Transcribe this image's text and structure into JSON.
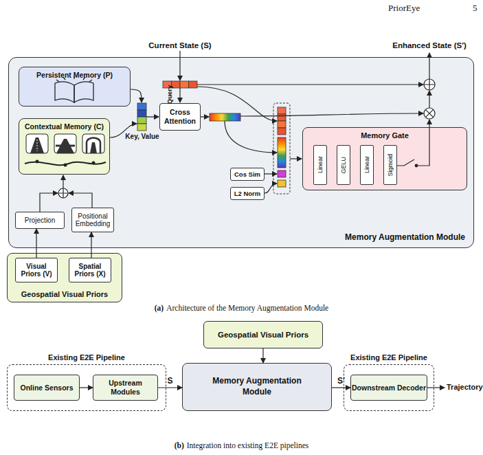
{
  "diagram": {
    "nodes": [
      {
        "text": [
          "Memory Augmentation Module"
        ]
      },
      {
        "text": [
          "Persistent Memory (P)"
        ],
        "in": 0
      },
      {
        "text": [
          "Contextual Memory (C)"
        ],
        "in": 0
      },
      {
        "text": [
          "Cross Attention"
        ],
        "in": 0
      },
      {
        "text": [
          "Memory Gate"
        ],
        "in": 0
      },
      {
        "text": [
          "Linear"
        ],
        "in": 4
      },
      {
        "text": [
          "GELU"
        ],
        "in": 4
      },
      {
        "text": [
          "Linear"
        ],
        "in": 4
      },
      {
        "text": [
          "Sigmoid"
        ],
        "in": 4
      },
      {
        "text": [
          "Cos Sim"
        ],
        "in": 0
      },
      {
        "text": [
          "L2 Norm"
        ],
        "in": 0
      },
      {
        "text": [
          "Projection"
        ],
        "in": 0
      },
      {
        "text": [
          "Positional Embedding"
        ],
        "in": 0
      },
      {
        "text": [
          "Geospatial Visual Priors"
        ]
      },
      {
        "text": [
          "Visual Priors (V)"
        ],
        "in": 13
      },
      {
        "text": [
          "Spatial Priors (X)"
        ],
        "in": 13
      },
      {
        "text": [
          "Existing E2E Pipeline"
        ]
      },
      {
        "text": [
          "Online Sensors"
        ],
        "in": 16
      },
      {
        "text": [
          "Upstream Modules"
        ],
        "in": 16
      },
      {
        "text": [
          "Geospatial Visual Priors"
        ]
      },
      {
        "text": [
          "Memory Augmentation Module"
        ]
      },
      {
        "text": [
          "Existing E2E Pipeline"
        ]
      },
      {
        "text": [
          "Downstream Decoder"
        ],
        "in": 21
      }
    ],
    "edges": [
      {
        "from": 14,
        "to": 11,
        "arrow": "to"
      },
      {
        "from": 15,
        "to": 12,
        "arrow": "to"
      },
      {
        "from": 17,
        "to": 18,
        "arrow": "to"
      },
      {
        "from": 18,
        "to": 20,
        "label": "S",
        "arrow": "to"
      },
      {
        "from": 19,
        "to": 20,
        "arrow": "to"
      },
      {
        "from": 20,
        "to": 22,
        "label": "S′",
        "arrow": "to"
      }
    ],
    "labels": [
      "PriorEye",
      "5",
      "Current State (S)",
      "Enhanced State (S′)",
      "Query",
      "Key, Value",
      "(a)",
      "Architecture of the Memory Augmentation Module",
      "Trajectory",
      "(b)",
      "Integration into existing E2E pipelines"
    ]
  }
}
